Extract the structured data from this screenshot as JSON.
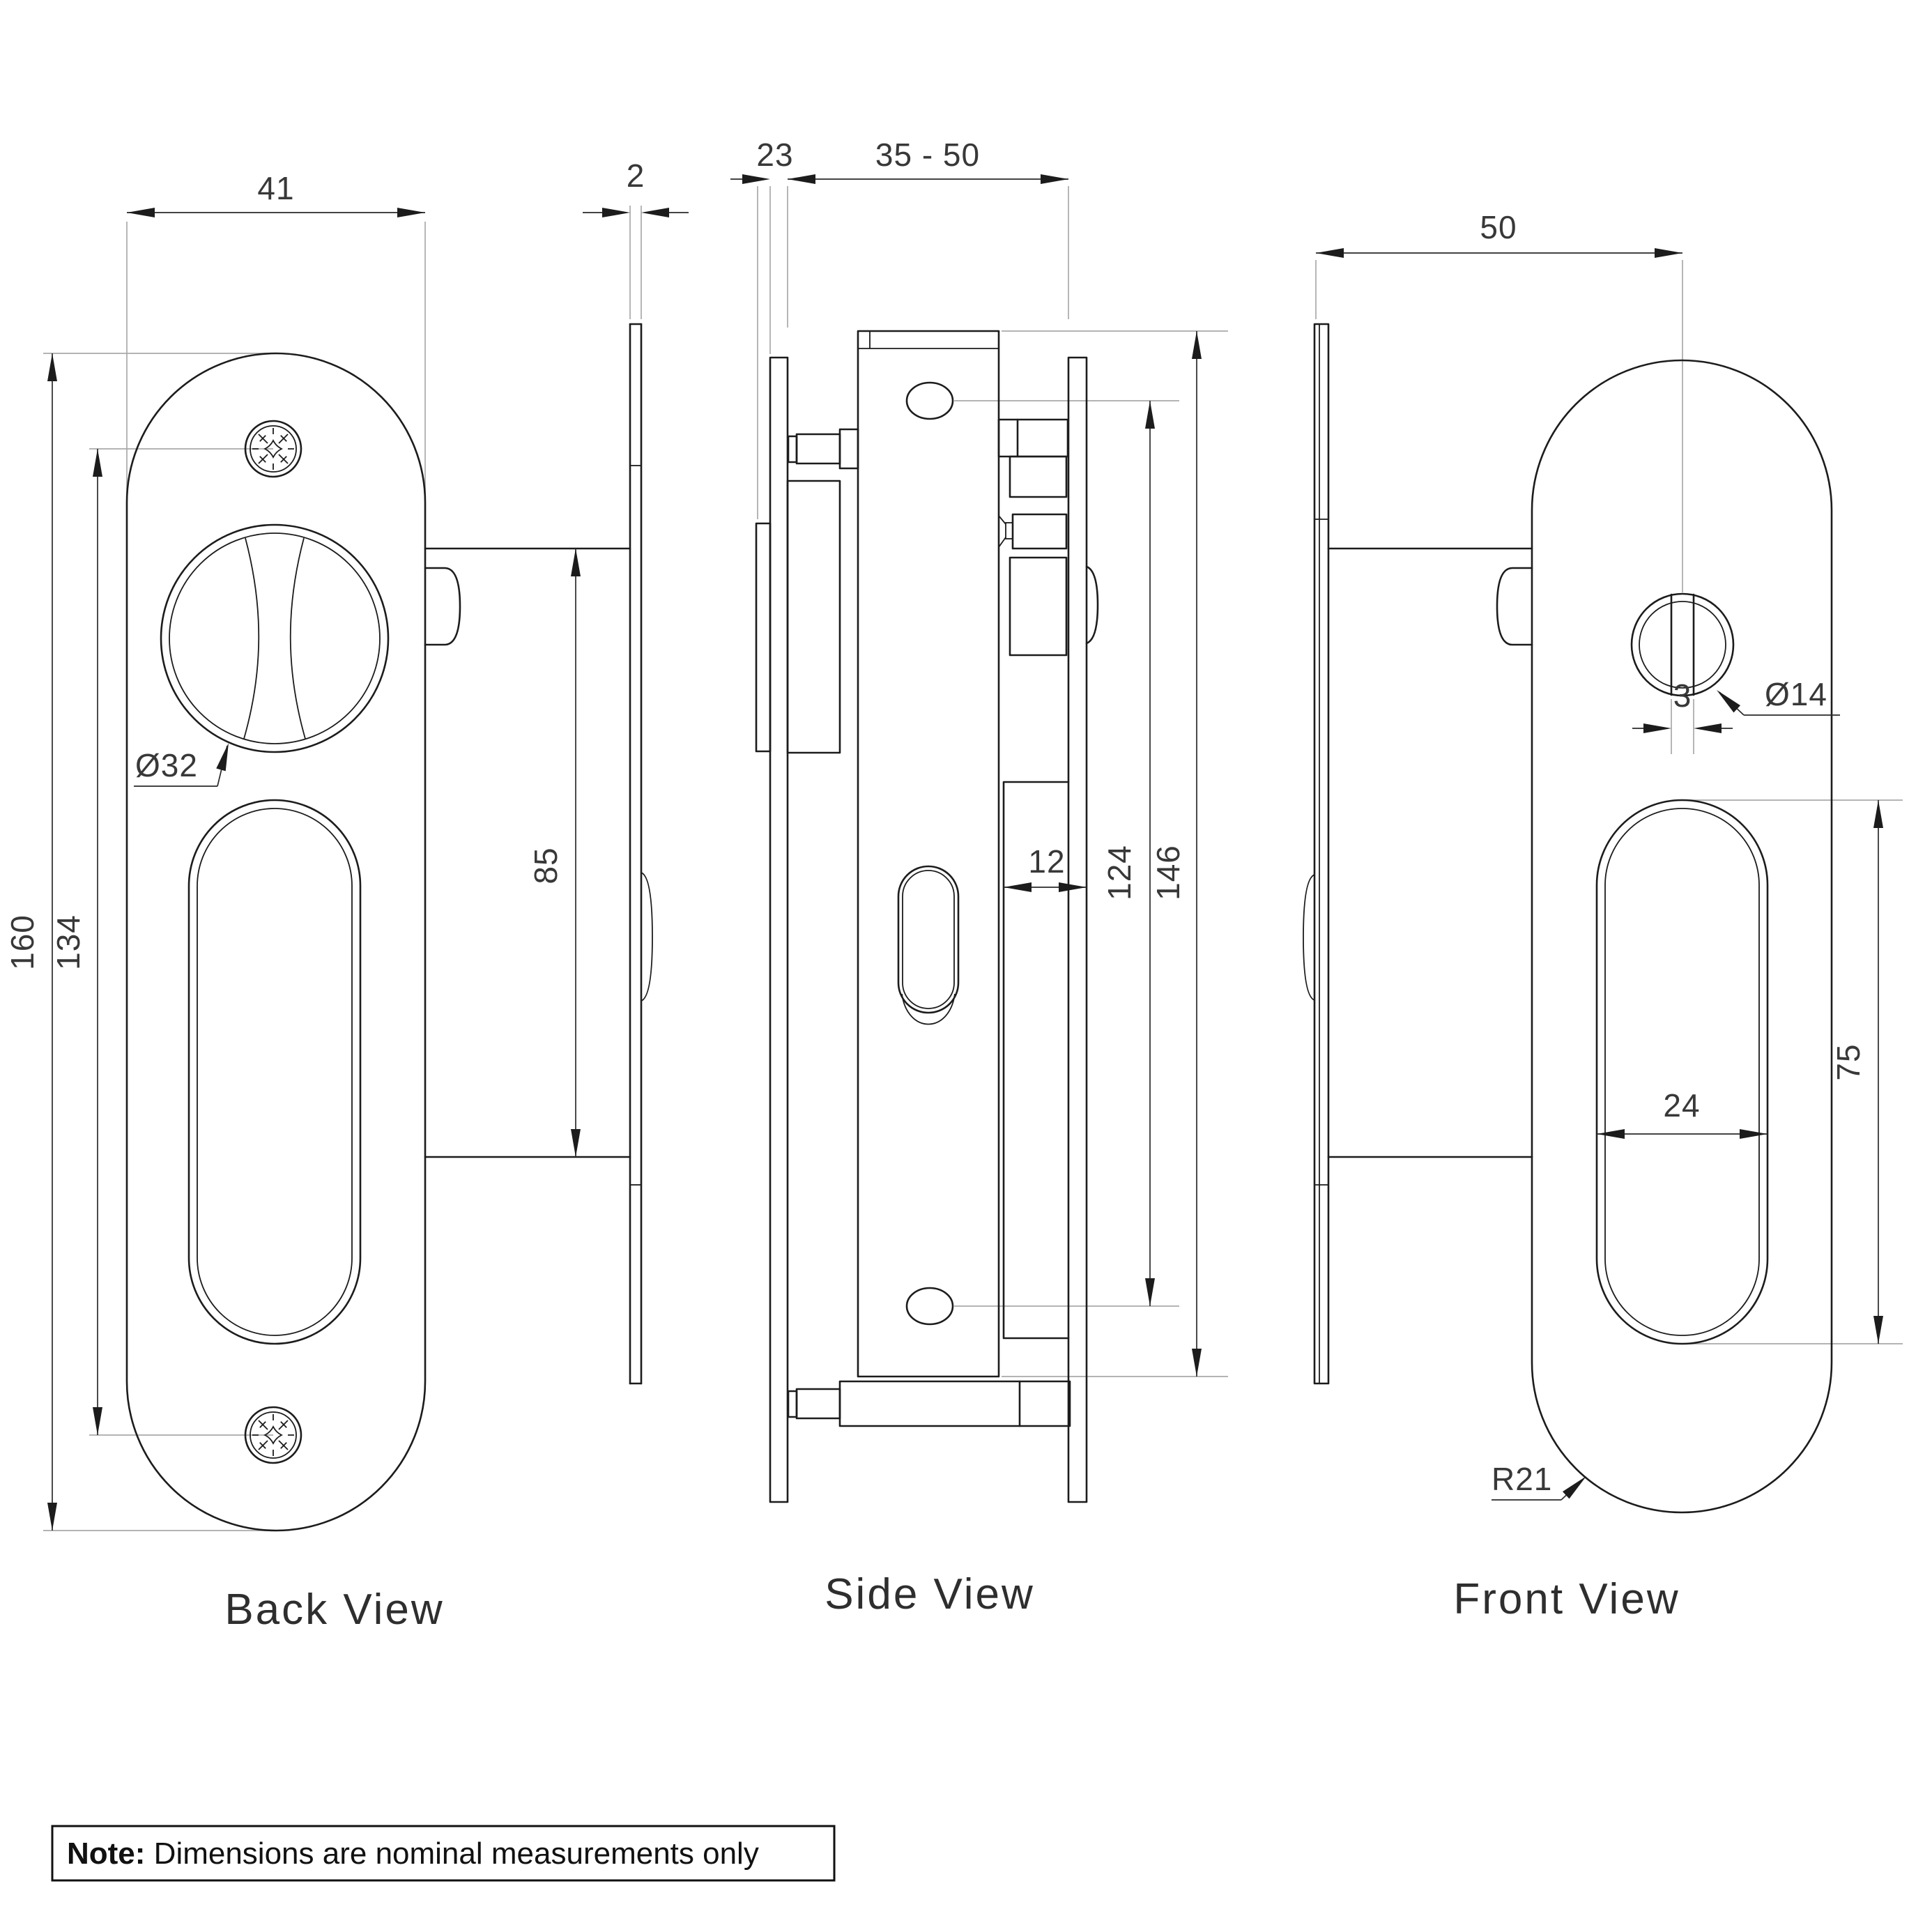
{
  "drawing": {
    "type": "technical-orthographic-drawing",
    "subject": "pocket door privacy lock set",
    "views": {
      "back": {
        "label": "Back View"
      },
      "side": {
        "label": "Side View"
      },
      "front": {
        "label": "Front View"
      }
    },
    "dims": {
      "back": {
        "plate_width": "41",
        "plate_edge_thickness": "2",
        "plate_height": "160",
        "screw_spacing": "134",
        "case_height": "85",
        "thumbturn_diameter": "Ø32"
      },
      "side": {
        "backset": "23",
        "door_thickness_range": "35 - 50",
        "case_to_face": "12",
        "fixing_hole_spacing": "124",
        "lock_case_height": "146"
      },
      "front": {
        "edge_to_centre": "50",
        "release_slot_width": "3",
        "release_diameter": "Ø14",
        "pull_width": "24",
        "pull_height": "75",
        "corner_radius": "R21"
      }
    },
    "note": {
      "label": "Note:",
      "text": " Dimensions are nominal measurements only"
    },
    "colors": {
      "background": "#ffffff",
      "part_line": "#1c1c1c",
      "dimension_line": "#2a2a2a",
      "extension_line": "#a9a9a9",
      "text": "#383838"
    }
  }
}
